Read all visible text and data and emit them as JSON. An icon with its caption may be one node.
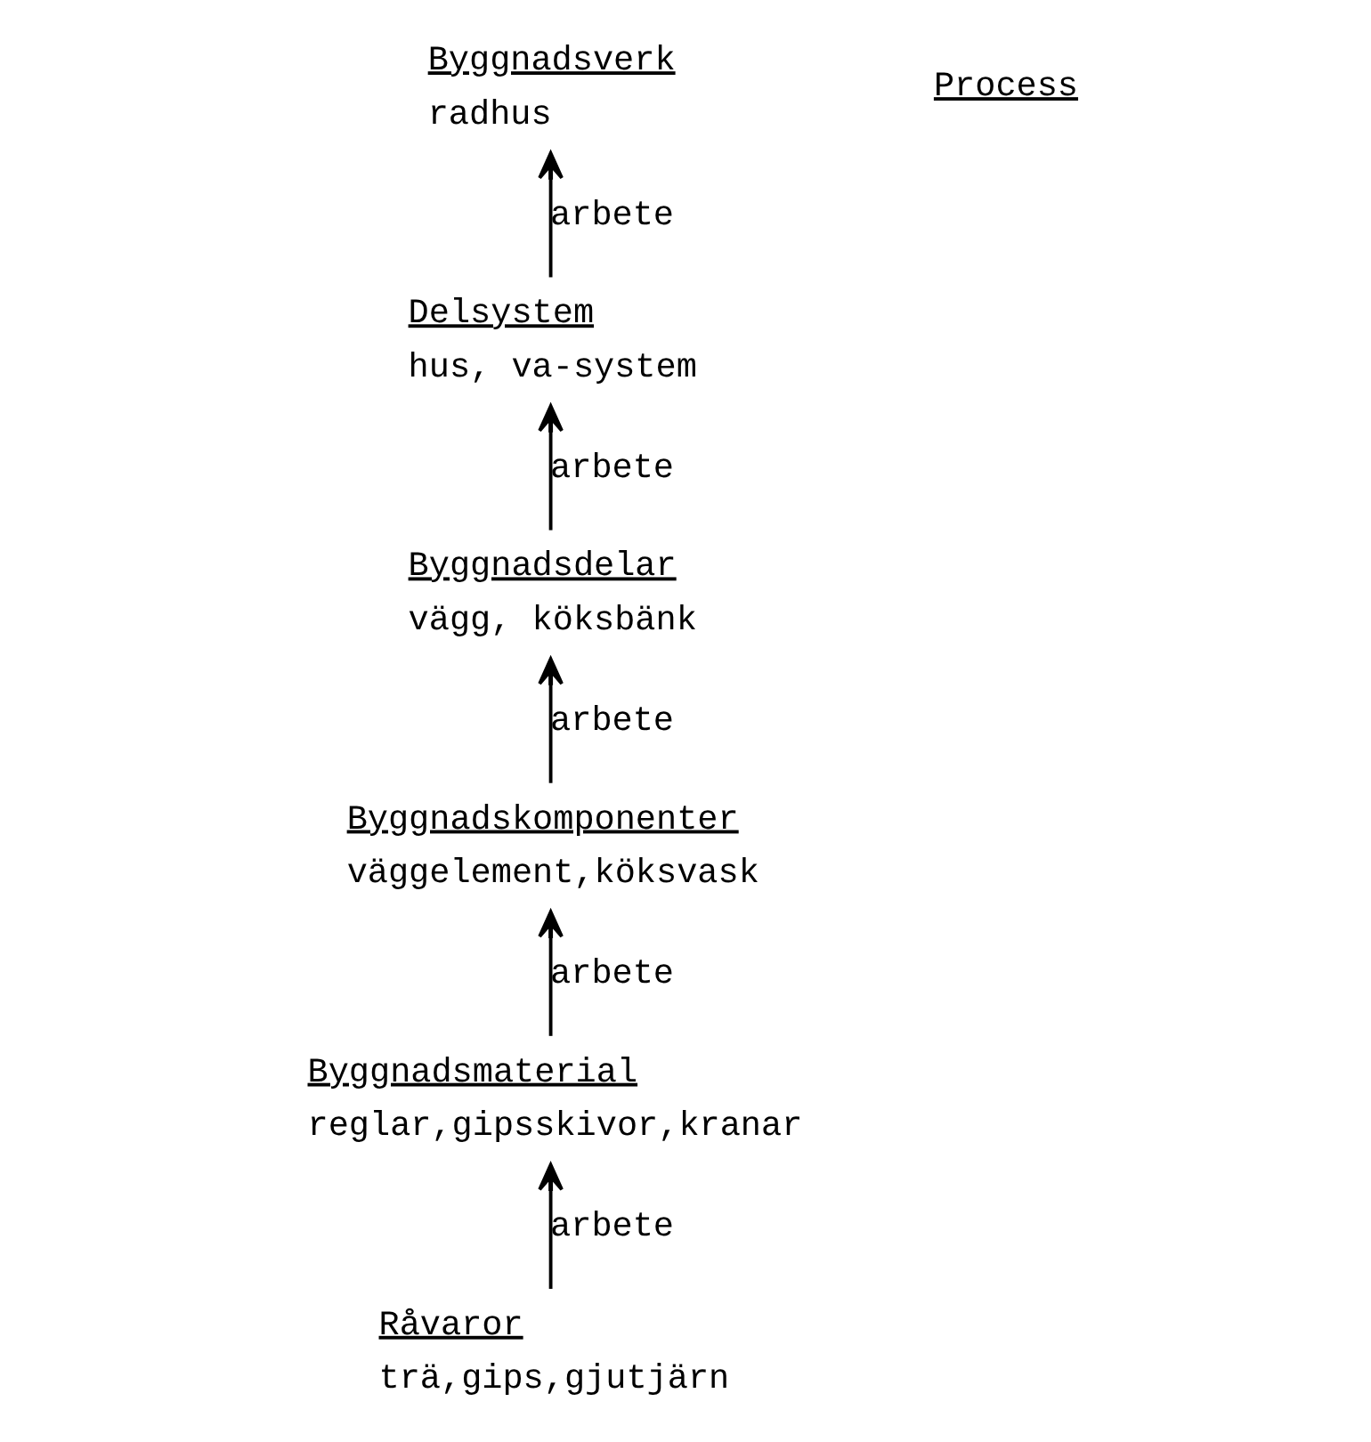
{
  "diagram": {
    "nodes": [
      {
        "text": [
          "Byggnadsverk",
          "radhus"
        ]
      },
      {
        "text": [
          "Delsystem",
          "hus, va-system"
        ]
      },
      {
        "text": [
          "Byggnadsdelar",
          "vägg, köksbänk"
        ]
      },
      {
        "text": [
          "Byggnadskomponenter",
          "väggelement,köksvask"
        ]
      },
      {
        "text": [
          "Byggnadsmaterial",
          "reglar,gipsskivor,kranar"
        ]
      },
      {
        "text": [
          "Råvaror",
          "trä,gips,gjutjärn"
        ]
      }
    ],
    "edges": [
      {
        "from": 1,
        "to": 0,
        "arrow": "to",
        "label": "arbete"
      },
      {
        "from": 2,
        "to": 1,
        "arrow": "to",
        "label": "arbete"
      },
      {
        "from": 3,
        "to": 2,
        "arrow": "to",
        "label": "arbete"
      },
      {
        "from": 4,
        "to": 3,
        "arrow": "to",
        "label": "arbete"
      },
      {
        "from": 5,
        "to": 4,
        "arrow": "to",
        "label": "arbete"
      }
    ],
    "labels": [
      "Process"
    ]
  }
}
